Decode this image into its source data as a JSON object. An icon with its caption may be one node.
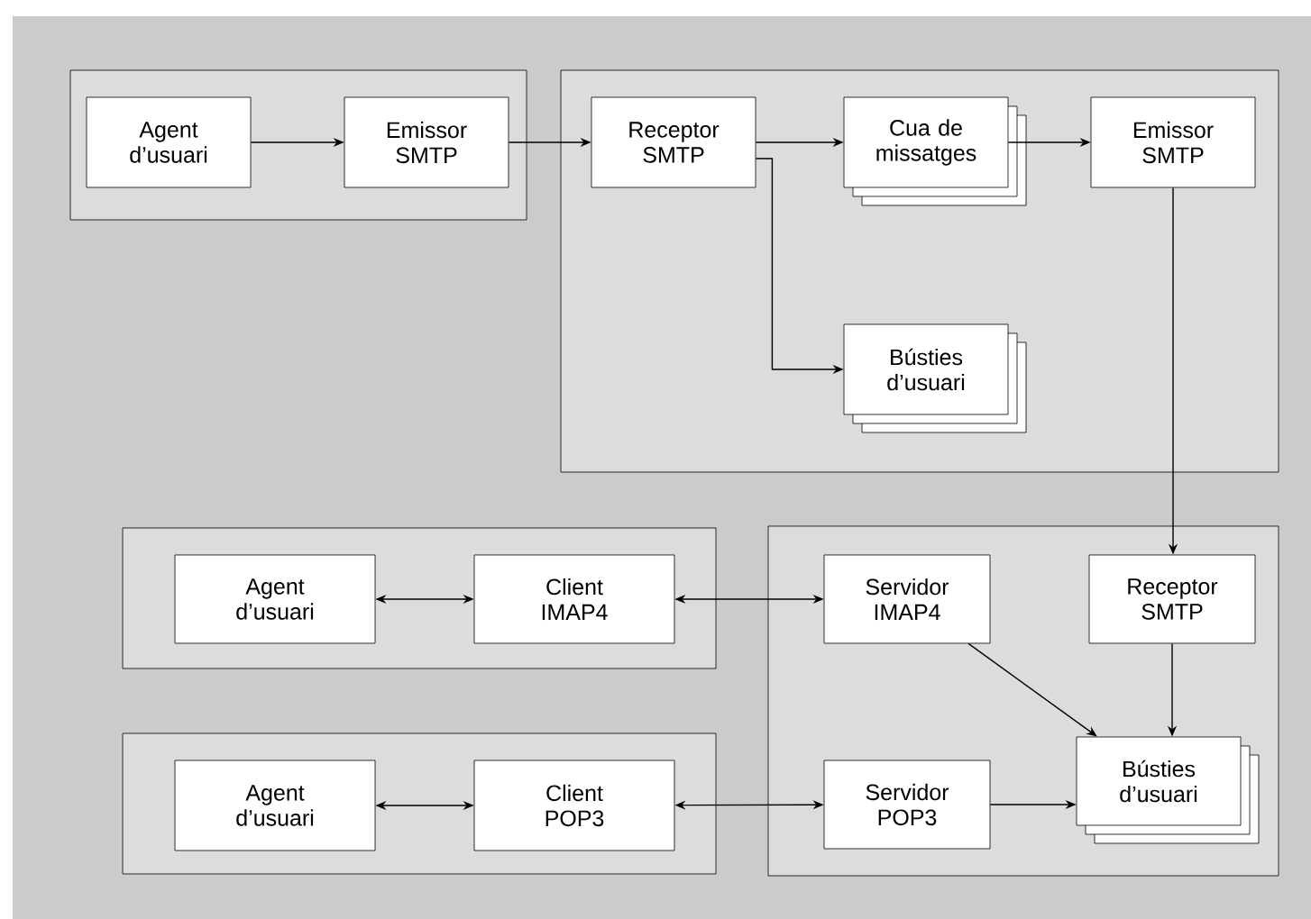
{
  "diagram": {
    "nodes": [
      {
        "text": [],
        "shape": "box"
      },
      {
        "text": [
          "Agent d’usuari"
        ],
        "in": 0
      },
      {
        "text": [
          "Emissor SMTP"
        ],
        "in": 0
      },
      {
        "text": [],
        "shape": "box"
      },
      {
        "text": [
          "Receptor SMTP"
        ],
        "in": 3
      },
      {
        "text": [
          "Cua de missatges"
        ],
        "in": 3
      },
      {
        "text": [
          "Emissor SMTP"
        ],
        "in": 3
      },
      {
        "text": [
          "Bústies d’usuari"
        ],
        "in": 3
      },
      {
        "text": [],
        "shape": "box"
      },
      {
        "text": [
          "Agent d’usuari"
        ],
        "in": 8
      },
      {
        "text": [
          "Client IMAP4"
        ],
        "in": 8
      },
      {
        "text": [],
        "shape": "box"
      },
      {
        "text": [
          "Servidor IMAP4"
        ],
        "in": 11
      },
      {
        "text": [
          "Receptor SMTP"
        ],
        "in": 11
      },
      {
        "text": [],
        "shape": "box"
      },
      {
        "text": [
          "Agent d’usuari"
        ],
        "in": 14
      },
      {
        "text": [
          "Client POP3"
        ],
        "in": 14
      },
      {
        "text": [
          "Servidor POP3"
        ],
        "in": 11
      },
      {
        "text": [
          "Bústies d’usuari"
        ],
        "in": 11
      }
    ],
    "edges": [
      {
        "from": 1,
        "to": 2,
        "arrow": "to"
      },
      {
        "from": 2,
        "to": 4,
        "arrow": "to"
      },
      {
        "from": 4,
        "to": 5,
        "arrow": "to"
      },
      {
        "from": 4,
        "to": 7,
        "arrow": "to"
      },
      {
        "from": 5,
        "to": 6,
        "arrow": "to"
      },
      {
        "from": 6,
        "to": 13,
        "arrow": "to"
      },
      {
        "from": 9,
        "to": 10,
        "arrow": "both"
      },
      {
        "from": 10,
        "to": 12,
        "arrow": "both"
      },
      {
        "from": 12,
        "to": 18,
        "arrow": "to"
      },
      {
        "from": 13,
        "to": 18,
        "arrow": "to"
      },
      {
        "from": 15,
        "to": 16,
        "arrow": "both"
      },
      {
        "from": 16,
        "to": 17,
        "arrow": "both"
      },
      {
        "from": 17,
        "to": 18,
        "arrow": "to"
      }
    ]
  }
}
